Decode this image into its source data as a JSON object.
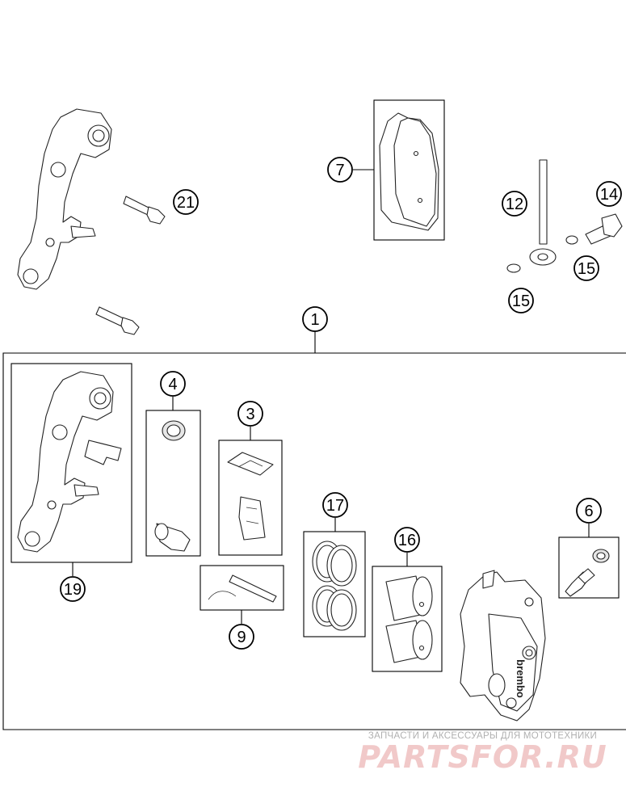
{
  "callouts": {
    "c1": "1",
    "c3": "3",
    "c4": "4",
    "c6": "6",
    "c7": "7",
    "c9": "9",
    "c12": "12",
    "c14": "14",
    "c15a": "15",
    "c15b": "15",
    "c16": "16",
    "c17": "17",
    "c19": "19",
    "c21": "21"
  },
  "caliper_brand": "brembo",
  "watermark": {
    "tagline": "ЗАПЧАСТИ И АКСЕССУАРЫ ДЛЯ МОТОТЕХНИКИ",
    "logo": "PARTSFOR.RU"
  }
}
